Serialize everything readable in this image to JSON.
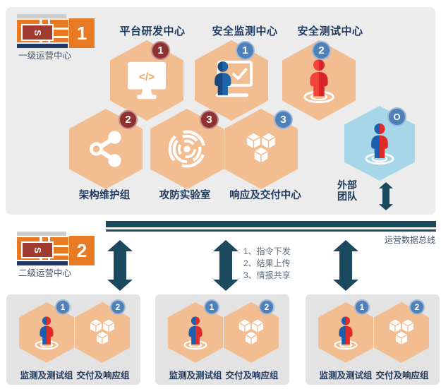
{
  "colors": {
    "hex_orange": "#f2bd91",
    "hex_lightblue": "#a7d6e8",
    "badge_darkred": "#8e3231",
    "badge_blue": "#4f80b8",
    "teal_dark": "#1b4a5f",
    "logo_orange": "#e87a24",
    "logo_darkred": "#a03b31",
    "logo_navy": "#1f3864",
    "panel_gray": "#ececec",
    "box_gray": "#e3e3e3",
    "title_navy": "#1f3a5f",
    "person_blue_left": "#17497f",
    "person_blue_right": "#1b64a7",
    "person_red_left": "#f04438",
    "person_red_right": "#d92428",
    "code_accent": "#f0a45e"
  },
  "header1": {
    "badge": "1",
    "label": "一级运营中心",
    "logo_glyph": "S"
  },
  "header2": {
    "badge": "2",
    "label": "二级运营中心",
    "logo_glyph": "S"
  },
  "titles": {
    "platform": "平台研发中心",
    "monitoring": "安全监测中心",
    "testing": "安全测试中心"
  },
  "icons": {
    "code_glyph": "</>"
  },
  "hexes": {
    "platform": {
      "badge": "1",
      "icon": "code-monitor-icon"
    },
    "monitoring": {
      "badge": "1",
      "icon": "person-monitor-icon"
    },
    "testing": {
      "badge": "2",
      "icon": "red-person-target-icon"
    },
    "arch": {
      "badge": "2",
      "label": "架构维护组",
      "icon": "share-network-icon"
    },
    "lab": {
      "badge": "3",
      "label": "攻防实验室",
      "icon": "radar-maze-icon"
    },
    "response": {
      "badge": "3",
      "label": "响应及交付中心",
      "icon": "cubes-icon"
    },
    "external": {
      "badge": "O",
      "line1": "外部",
      "line2": "团队",
      "icon": "dual-person-target-icon"
    }
  },
  "bus_label": "运营数据总线",
  "notes": [
    "1、指令下发",
    "2、结果上传",
    "3、情报共享"
  ],
  "groups": [
    {
      "items": [
        {
          "badge": "1",
          "label": "监测及测试组",
          "icon": "dual-person-target-icon"
        },
        {
          "badge": "2",
          "label": "交付及响应组",
          "icon": "cubes-icon"
        }
      ]
    },
    {
      "items": [
        {
          "badge": "1",
          "label": "监测及测试组",
          "icon": "dual-person-target-icon"
        },
        {
          "badge": "2",
          "label": "交付及响应组",
          "icon": "cubes-icon"
        }
      ]
    },
    {
      "items": [
        {
          "badge": "1",
          "label": "监测及测试组",
          "icon": "dual-person-target-icon"
        },
        {
          "badge": "2",
          "label": "交付及响应组",
          "icon": "cubes-icon"
        }
      ]
    }
  ]
}
